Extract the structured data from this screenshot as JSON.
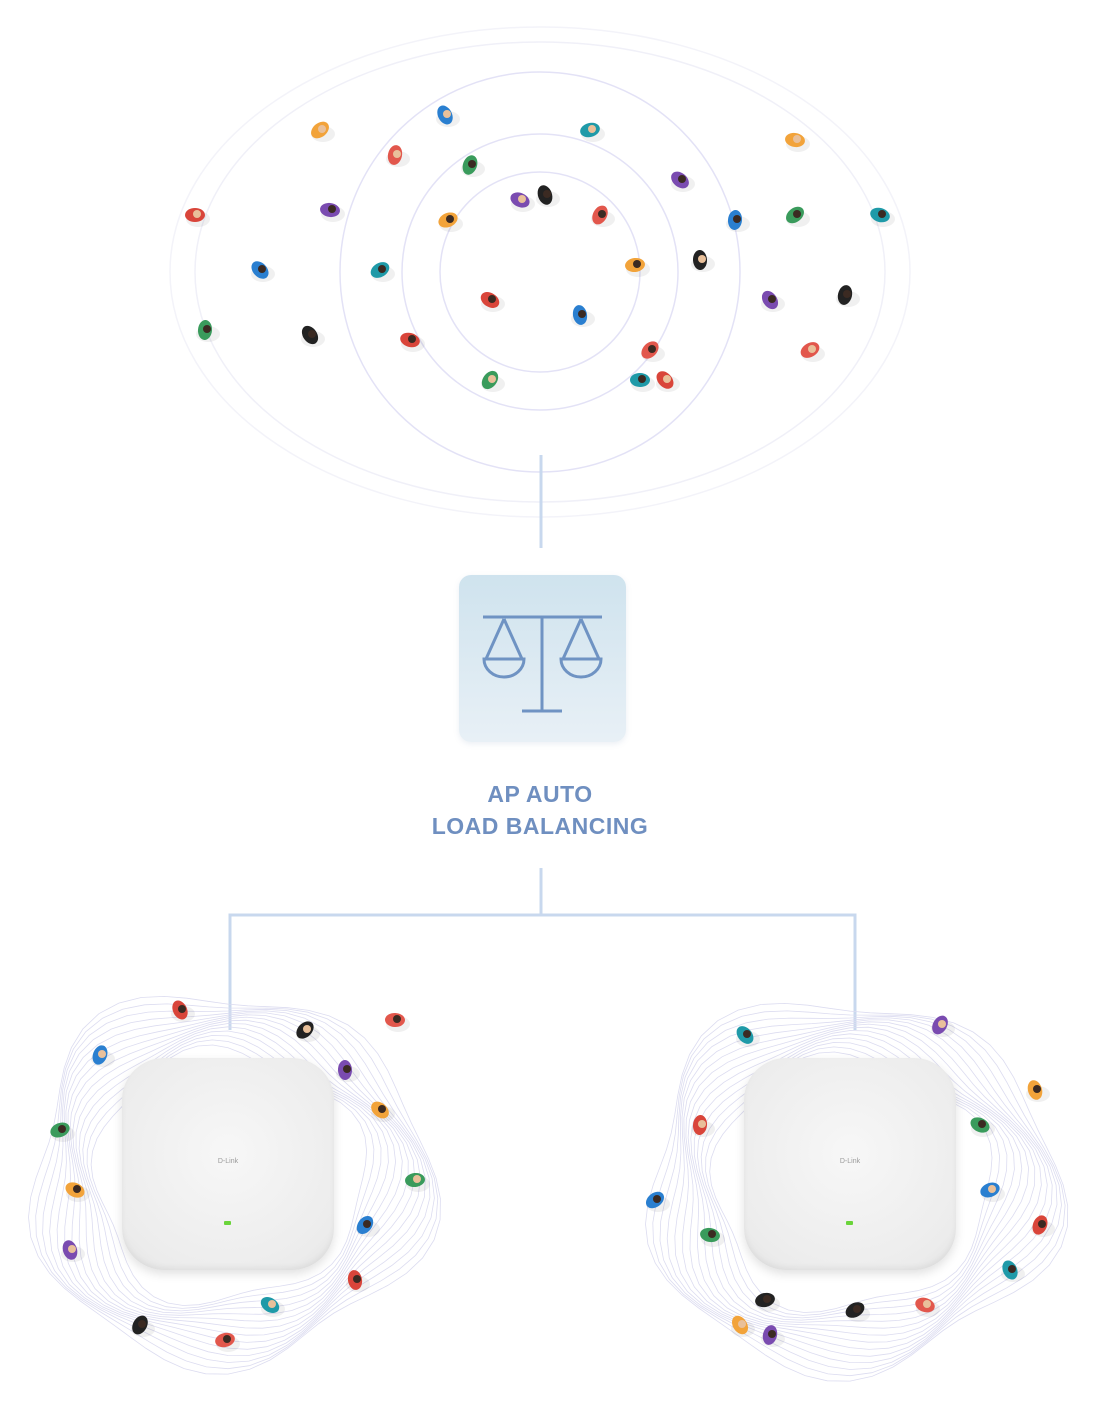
{
  "diagram": {
    "title_line1": "AP AUTO",
    "title_line2": "LOAD BALANCING",
    "center_icon": "balance-scale-icon",
    "access_points": [
      {
        "brand": "D-Link",
        "led_color": "#6ad43a"
      },
      {
        "brand": "D-Link",
        "led_color": "#6ad43a"
      }
    ],
    "colors": {
      "accent": "#6f8fc0",
      "connector": "#c8d8ee",
      "ring": "#e4e4f6"
    }
  }
}
